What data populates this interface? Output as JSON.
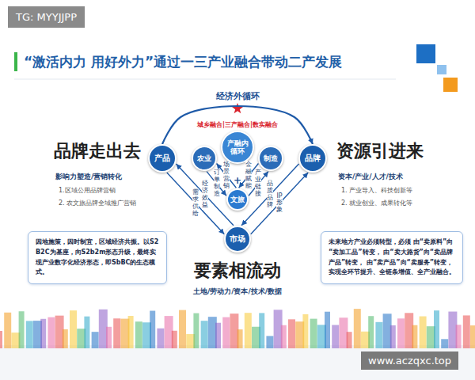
{
  "diagram": {
    "title": "“激活内力 用好外力”通过一三产业融合带动二产发展",
    "nodes": [
      {
        "text": [
          "产品"
        ]
      },
      {
        "text": [
          "农业"
        ]
      },
      {
        "text": [
          "产融内循环"
        ]
      },
      {
        "text": [
          "制造"
        ]
      },
      {
        "text": [
          "品牌"
        ]
      },
      {
        "text": [
          "文旅"
        ]
      },
      {
        "text": [
          "市场"
        ]
      },
      {
        "text": [
          "因地施策，因时制宜，区域经济共振。以S2B2C为基座，向S2b2m形态升级，最终实现产业数字化经济形态，即SbBC的生态模式。"
        ]
      },
      {
        "text": [
          "未来地方产业必须转型，必须 由“卖原料”向“卖加工品”转变， 由“卖大路货”向“卖品牌产品”转变， 由“卖产品”向“卖服务”转变， 实现全环节提升、全链条增值、全产业融合。"
        ]
      }
    ],
    "edges": [
      {
        "from": 0,
        "to": 4,
        "arrow": "to"
      },
      {
        "from": 0,
        "to": 6,
        "label": "需求供给",
        "arrow": "to"
      },
      {
        "from": 6,
        "to": 0,
        "label": "经济效益",
        "arrow": "to"
      },
      {
        "from": 1,
        "to": 5,
        "label": "订单制造",
        "arrow": "to"
      },
      {
        "from": 5,
        "to": 1,
        "label": "场景营销",
        "arrow": "to"
      },
      {
        "from": 3,
        "to": 5,
        "label": "金融赋能",
        "arrow": "to"
      },
      {
        "from": 5,
        "to": 3,
        "label": "产业链接",
        "arrow": "to"
      },
      {
        "from": 4,
        "to": 6,
        "label": "品质品牌",
        "arrow": "to"
      },
      {
        "from": 6,
        "to": 4,
        "label": "IP形象",
        "arrow": "to"
      }
    ],
    "labels": [
      "TG: MYYJJPP",
      "经济外循环",
      "城乡融合|三产融合|数实融合",
      "+",
      "品牌走出去",
      "影响力塑造/营销转化",
      "1.区域公用品牌营销",
      "2. 农文旅品牌全域推广营销",
      "资源引进来",
      "资本/产业/人才/技术",
      "1. 产业导入、科技创新等",
      "2. 就业创业、成果转化等",
      "要素相流动",
      "土地/劳动力/资本/技术/数据",
      "www.aczqxc.top"
    ]
  }
}
